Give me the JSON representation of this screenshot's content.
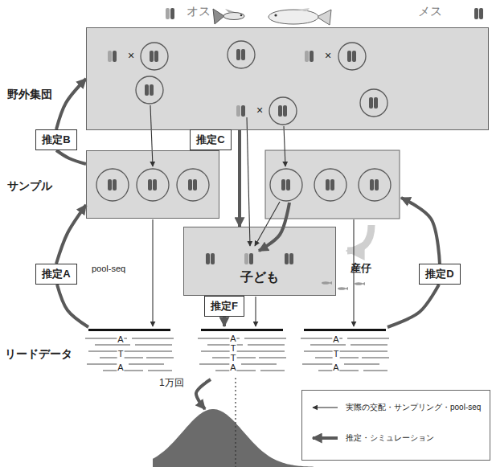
{
  "diagram": {
    "nodes": [
      {
        "text": [
          "野外集団"
        ]
      },
      {
        "text": [
          "推定B"
        ]
      },
      {
        "text": [
          "推定C"
        ]
      },
      {
        "text": [
          "サンプル"
        ]
      },
      {
        "text": [
          "推定A"
        ]
      },
      {
        "text": [
          "子ども"
        ]
      },
      {
        "text": [
          "推定D"
        ]
      },
      {
        "text": [
          "推定F"
        ]
      }
    ],
    "edges": [
      {
        "from": 3,
        "to": 1,
        "arrow": "none"
      },
      {
        "from": 1,
        "to": 0,
        "arrow": "to"
      },
      {
        "from": 0,
        "to": 5,
        "arrow": "to"
      },
      {
        "from": 4,
        "to": 3,
        "arrow": "to"
      }
    ],
    "labels": [
      "オス",
      "メス",
      "×",
      "×",
      "×",
      "pool-seq",
      "産仔",
      "リードデータ",
      "A",
      "T",
      "A",
      "A",
      "T",
      "T",
      "A",
      "A",
      "T",
      "A",
      "1万回"
    ],
    "legend": [
      {
        "text": "実際の交配・サンプリング・pool-seq"
      },
      {
        "text": "推定・シミュレーション"
      }
    ]
  }
}
